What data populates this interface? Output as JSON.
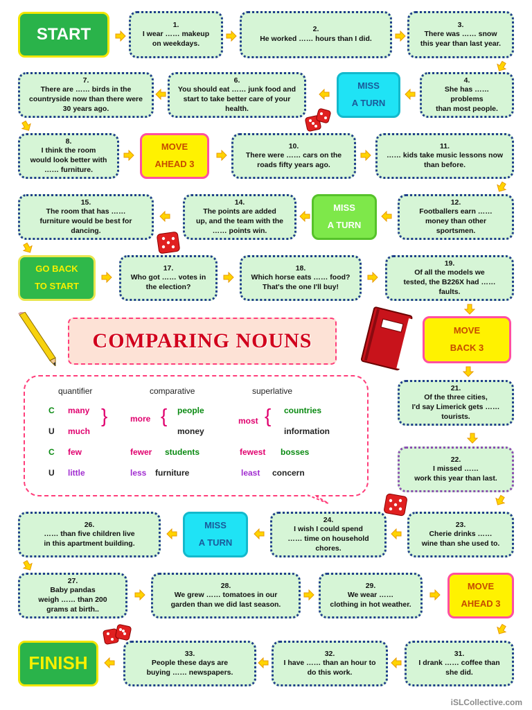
{
  "board": {
    "start_label": "START",
    "finish_label": "FINISH",
    "title": "COMPARING NOUNS",
    "squares": [
      {
        "n": "1.",
        "t": "I wear  …… makeup\non weekdays."
      },
      {
        "n": "2.",
        "t": "He worked …… hours than I did."
      },
      {
        "n": "3.",
        "t": "There was …… snow\nthis year than last year."
      },
      {
        "n": "4.",
        "t": "She has …… problems\nthan most people."
      },
      {
        "n": "6.",
        "t": "You should eat …… junk food and\nstart to take better care of your\nhealth."
      },
      {
        "n": "7.",
        "t": "There are …… birds in the\ncountryside now than there were\n30 years ago."
      },
      {
        "n": "8.",
        "t": "I think the room\nwould look better with\n…… furniture."
      },
      {
        "n": "10.",
        "t": "There were …… cars on the\nroads fifty years ago."
      },
      {
        "n": "11.",
        "t": "…… kids take music lessons now\nthan before."
      },
      {
        "n": "12.",
        "t": "Footballers earn ……\nmoney than other\nsportsmen."
      },
      {
        "n": "14.",
        "t": "The points are added\nup, and the team with the\n…… points win."
      },
      {
        "n": "15.",
        "t": "The room that has  ……\nfurniture would be best for\ndancing."
      },
      {
        "n": "17.",
        "t": "Who got …… votes in\nthe election?"
      },
      {
        "n": "18.",
        "t": "Which horse eats …… food?\nThat's the one I'll buy!"
      },
      {
        "n": "19.",
        "t": "Of all the models we\ntested, the B226X had ……\nfaults."
      },
      {
        "n": "21.",
        "t": "Of the three cities,\nI'd say Limerick gets  ……\ntourists."
      },
      {
        "n": "22.",
        "t": "I missed ……\nwork this year than last."
      },
      {
        "n": "23.",
        "t": "Cherie drinks ……\nwine than she used to."
      },
      {
        "n": "24.",
        "t": "I wish I could spend\n…… time on household\nchores."
      },
      {
        "n": "26.",
        "t": "…… than five children live\nin this apartment building."
      },
      {
        "n": "27.",
        "t": "Baby pandas\nweigh …… than 200\ngrams at birth.."
      },
      {
        "n": "28.",
        "t": "We grew …… tomatoes in our\ngarden than we did last season."
      },
      {
        "n": "29.",
        "t": "We wear ……\nclothing in hot weather."
      },
      {
        "n": "31.",
        "t": "I drank …… coffee than\nshe did."
      },
      {
        "n": "32.",
        "t": "I have …… than an hour to\ndo this work."
      },
      {
        "n": "33.",
        "t": "People these days are\nbuying …… newspapers."
      }
    ],
    "special": {
      "miss_a": [
        "MISS",
        "A TURN"
      ],
      "miss_b": [
        "MISS",
        "A TURN"
      ],
      "miss_c": [
        "MISS",
        "A TURN"
      ],
      "move_ahead_a": [
        "MOVE",
        "AHEAD 3"
      ],
      "move_ahead_b": [
        "MOVE",
        "AHEAD 3"
      ],
      "move_back": [
        "MOVE",
        "BACK 3"
      ],
      "go_back": [
        "GO BACK",
        "TO START"
      ]
    }
  },
  "grammar": {
    "headers": {
      "quantifier": "quantifier",
      "comparative": "comparative",
      "superlative": "superlative"
    },
    "rows": [
      {
        "type": "C",
        "q": "many"
      },
      {
        "type": "U",
        "q": "much"
      },
      {
        "type": "C",
        "q": "few"
      },
      {
        "type": "U",
        "q": "little"
      }
    ],
    "more": "more",
    "people": "people",
    "money": "money",
    "fewer": "fewer",
    "students": "students",
    "less": "less",
    "furniture": "furniture",
    "most": "most",
    "countries": "countries",
    "information": "information",
    "fewest": "fewest",
    "bosses": "bosses",
    "least": "least",
    "concern": "concern"
  },
  "footer": "iSLCollective.com",
  "colors": {
    "square_bg": "#d6f5d6",
    "square_border": "#1f3f8a",
    "arrow": "#ffd400",
    "title": "#d1001c"
  },
  "icons": [
    "pencil-icon",
    "notebook-icon",
    "dice-icon"
  ]
}
